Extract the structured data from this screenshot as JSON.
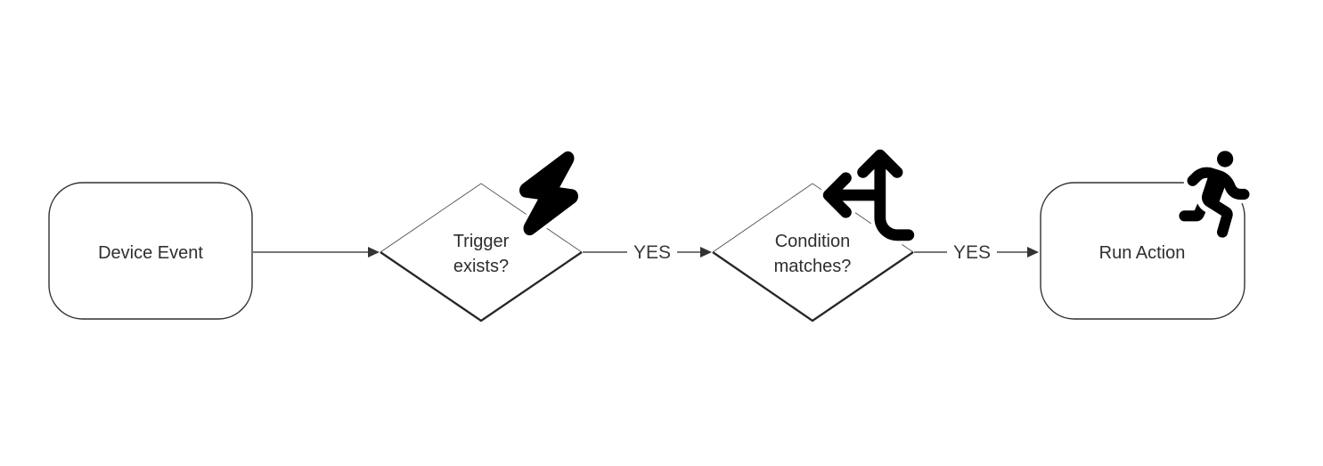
{
  "diagram": {
    "type": "flowchart",
    "background_color": "#ffffff",
    "node_stroke_color": "#303030",
    "connector_color": "#4a4a4a",
    "text_color": "#2e2e2e",
    "icon_color": "#000000",
    "nodes": [
      {
        "id": "device-event",
        "shape": "rounded-rect",
        "label": "Device Event",
        "icon": null
      },
      {
        "id": "trigger-exists",
        "shape": "diamond",
        "label": "Trigger\nexists?",
        "icon": "lightning-bolt-icon"
      },
      {
        "id": "condition-matches",
        "shape": "diamond",
        "label": "Condition\nmatches?",
        "icon": "split-arrows-icon"
      },
      {
        "id": "run-action",
        "shape": "rounded-rect",
        "label": "Run Action",
        "icon": "person-running-icon"
      }
    ],
    "edges": [
      {
        "from": "device-event",
        "to": "trigger-exists",
        "label": ""
      },
      {
        "from": "trigger-exists",
        "to": "condition-matches",
        "label": "YES"
      },
      {
        "from": "condition-matches",
        "to": "run-action",
        "label": "YES"
      }
    ]
  }
}
